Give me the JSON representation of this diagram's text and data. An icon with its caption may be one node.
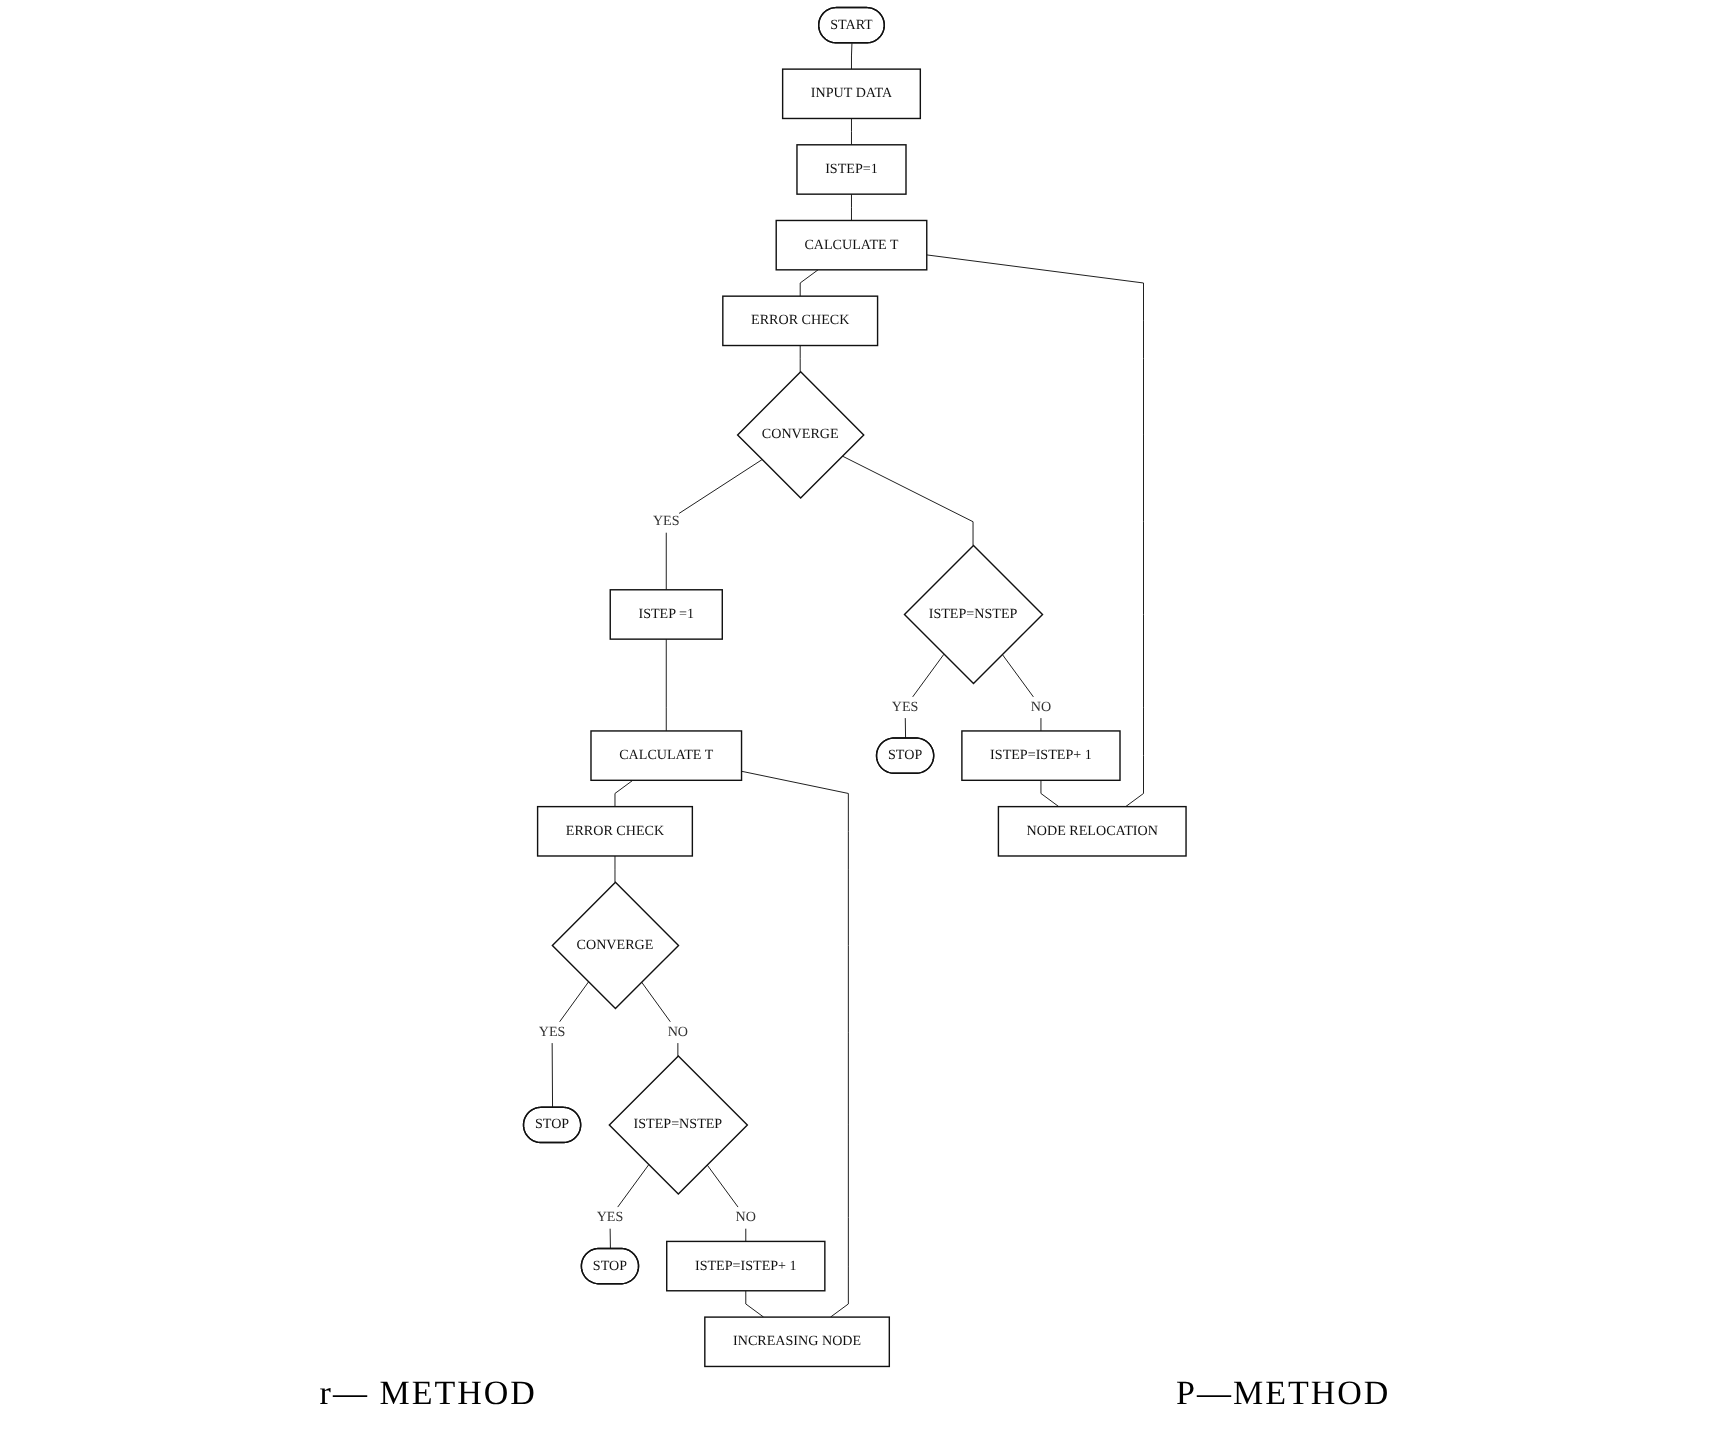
{
  "diagram": {
    "nodes": [
      {
        "text": [
          "START"
        ]
      },
      {
        "text": [
          "INPUT DATA"
        ]
      },
      {
        "text": [
          "ISTEP=1"
        ]
      },
      {
        "text": [
          "CALCULATE T"
        ]
      },
      {
        "text": [
          "ERROR CHECK"
        ]
      },
      {
        "text": [
          "CONVERGE"
        ]
      },
      {
        "text": [
          "ISTEP=NSTEP"
        ]
      },
      {
        "text": [
          "STOP"
        ]
      },
      {
        "text": [
          "ISTEP=ISTEP+ 1"
        ]
      },
      {
        "text": [
          "NODE RELOCATION"
        ]
      },
      {
        "text": [
          "ISTEP =1"
        ]
      },
      {
        "text": [
          "CALCULATE T"
        ]
      },
      {
        "text": [
          "ERROR CHECK"
        ]
      },
      {
        "text": [
          "CONVERGE"
        ]
      },
      {
        "text": [
          "STOP"
        ]
      },
      {
        "text": [
          "ISTEP=NSTEP"
        ]
      },
      {
        "text": [
          "STOP"
        ]
      },
      {
        "text": [
          "ISTEP=ISTEP+ 1"
        ]
      },
      {
        "text": [
          "INCREASING NODE"
        ]
      }
    ],
    "edges": [
      {
        "from": 0,
        "to": 1,
        "arrow": "none"
      },
      {
        "from": 1,
        "to": 2,
        "arrow": "none"
      },
      {
        "from": 2,
        "to": 3,
        "arrow": "none"
      },
      {
        "from": 3,
        "to": 4,
        "arrow": "none"
      },
      {
        "from": 4,
        "to": 5,
        "arrow": "none"
      },
      {
        "from": 5,
        "to": 10,
        "label": "YES",
        "arrow": "none"
      },
      {
        "from": 5,
        "to": 6,
        "arrow": "none"
      },
      {
        "from": 6,
        "to": 7,
        "label": "YES",
        "arrow": "none"
      },
      {
        "from": 6,
        "to": 8,
        "label": "NO",
        "arrow": "none"
      },
      {
        "from": 8,
        "to": 9,
        "arrow": "none"
      },
      {
        "from": 9,
        "to": 3,
        "arrow": "none"
      },
      {
        "from": 10,
        "to": 11,
        "arrow": "none"
      },
      {
        "from": 11,
        "to": 12,
        "arrow": "none"
      },
      {
        "from": 12,
        "to": 13,
        "arrow": "none"
      },
      {
        "from": 13,
        "to": 14,
        "label": "YES",
        "arrow": "none"
      },
      {
        "from": 13,
        "to": 15,
        "label": "NO",
        "arrow": "none"
      },
      {
        "from": 15,
        "to": 16,
        "label": "YES",
        "arrow": "none"
      },
      {
        "from": 15,
        "to": 17,
        "label": "NO",
        "arrow": "none"
      },
      {
        "from": 17,
        "to": 18,
        "arrow": "none"
      },
      {
        "from": 18,
        "to": 11,
        "arrow": "none"
      }
    ],
    "labels": [
      "r— METHOD",
      "P—METHOD"
    ]
  }
}
